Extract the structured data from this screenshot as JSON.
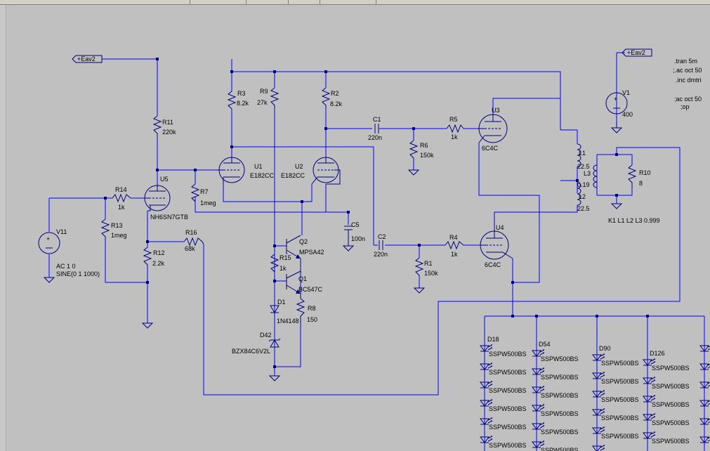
{
  "sheet": {
    "background": "#c0c0c0",
    "wire_color": "#0000ff",
    "symbol_color": "#000080"
  },
  "labels": {
    "eav2_left": "+Eav2",
    "eav2_right": "+Eav2",
    "r3": "R3",
    "r3v": "8.2k",
    "r9": "R9",
    "r9v": "27k",
    "r2": "R2",
    "r2v": "8.2k",
    "r11": "R11",
    "r11v": "220k",
    "u5": "U5",
    "u5v": "NH6SN7GTB",
    "r14": "R14",
    "r14v": "1k",
    "r13": "R13",
    "r13v": "1meg",
    "r7": "R7",
    "r7v": "1meg",
    "r16": "R16",
    "r16v": "68k",
    "r12": "R12",
    "r12v": "2.2k",
    "v11": "V11",
    "v11_l1": "AC 1 0",
    "v11_l2": "SINE(0 1 1000)",
    "u1": "U1",
    "u1v": "E182CC",
    "u2": "U2",
    "u2v": "E182CC",
    "c5": "C5",
    "c5v": "100n",
    "q2": "Q2",
    "q2v": "MPSA42",
    "r15": "R15",
    "r15v": "1k",
    "q1": "Q1",
    "q1v": "BC547C",
    "d1": "D1",
    "d1v": "1N4148",
    "r8": "R8",
    "r8v": "150",
    "d42": "D42",
    "d42v": "BZX84C6V2L",
    "c1": "C1",
    "c1v": "220n",
    "r6": "R6",
    "r6v": "150k",
    "r5": "R5",
    "r5v": "1k",
    "u3": "U3",
    "u3v": "6C4C",
    "c2": "C2",
    "c2v": "220n",
    "r1": "R1",
    "r1v": "150k",
    "r4": "R4",
    "r4v": "1k",
    "u4": "U4",
    "u4v": "6C4C",
    "l1": "L1",
    "l1v": "22.5",
    "l3": "L3",
    "l3v": "0.19",
    "l2": "L2",
    "l2v": "22.5",
    "r10": "R10",
    "r10v": "8",
    "k1": "K1 L1 L2 L3 0.999",
    "v1": "V1",
    "v1v": "400",
    "dir_tran": ".tran 5m",
    "dir_ac1": ";.ac oct 50",
    "dir_inc": ".inc dmtri",
    "dir_ac2": ";ac oct 50",
    "dir_op": ";op",
    "d18": "D18",
    "d54": "D54",
    "d90": "D90",
    "d126": "D126",
    "led_model": "SSPW500BS"
  }
}
